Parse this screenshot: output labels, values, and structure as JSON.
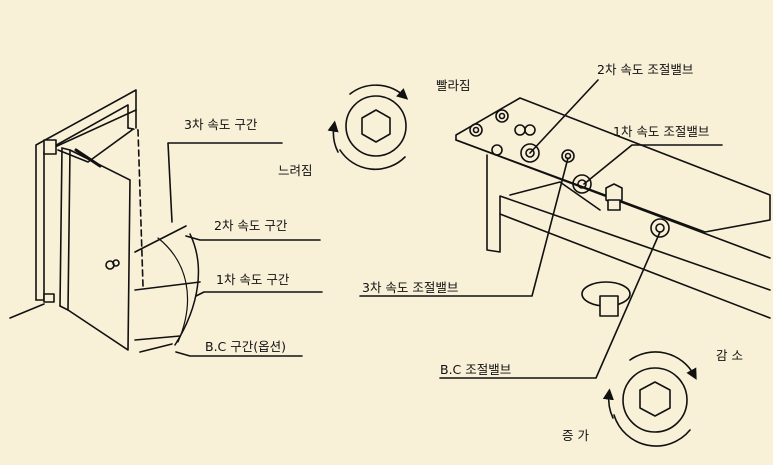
{
  "door_zones": {
    "speed3_zone": "3차 속도 구간",
    "speed2_zone": "2차 속도 구간",
    "speed1_zone": "1차 속도 구간",
    "bc_zone": "B.C 구간(옵션)"
  },
  "speed_dial": {
    "faster": "빨라짐",
    "slower": "느려짐"
  },
  "closer_valves": {
    "speed2_valve": "2차 속도 조절밸브",
    "speed1_valve": "1차 속도 조절밸브",
    "speed3_valve": "3차 속도 조절밸브",
    "bc_valve": "B.C 조절밸브"
  },
  "bc_dial": {
    "decrease": "감 소",
    "increase": "증 가"
  },
  "colors": {
    "background": "#f9f0d8",
    "ink": "#111111"
  }
}
